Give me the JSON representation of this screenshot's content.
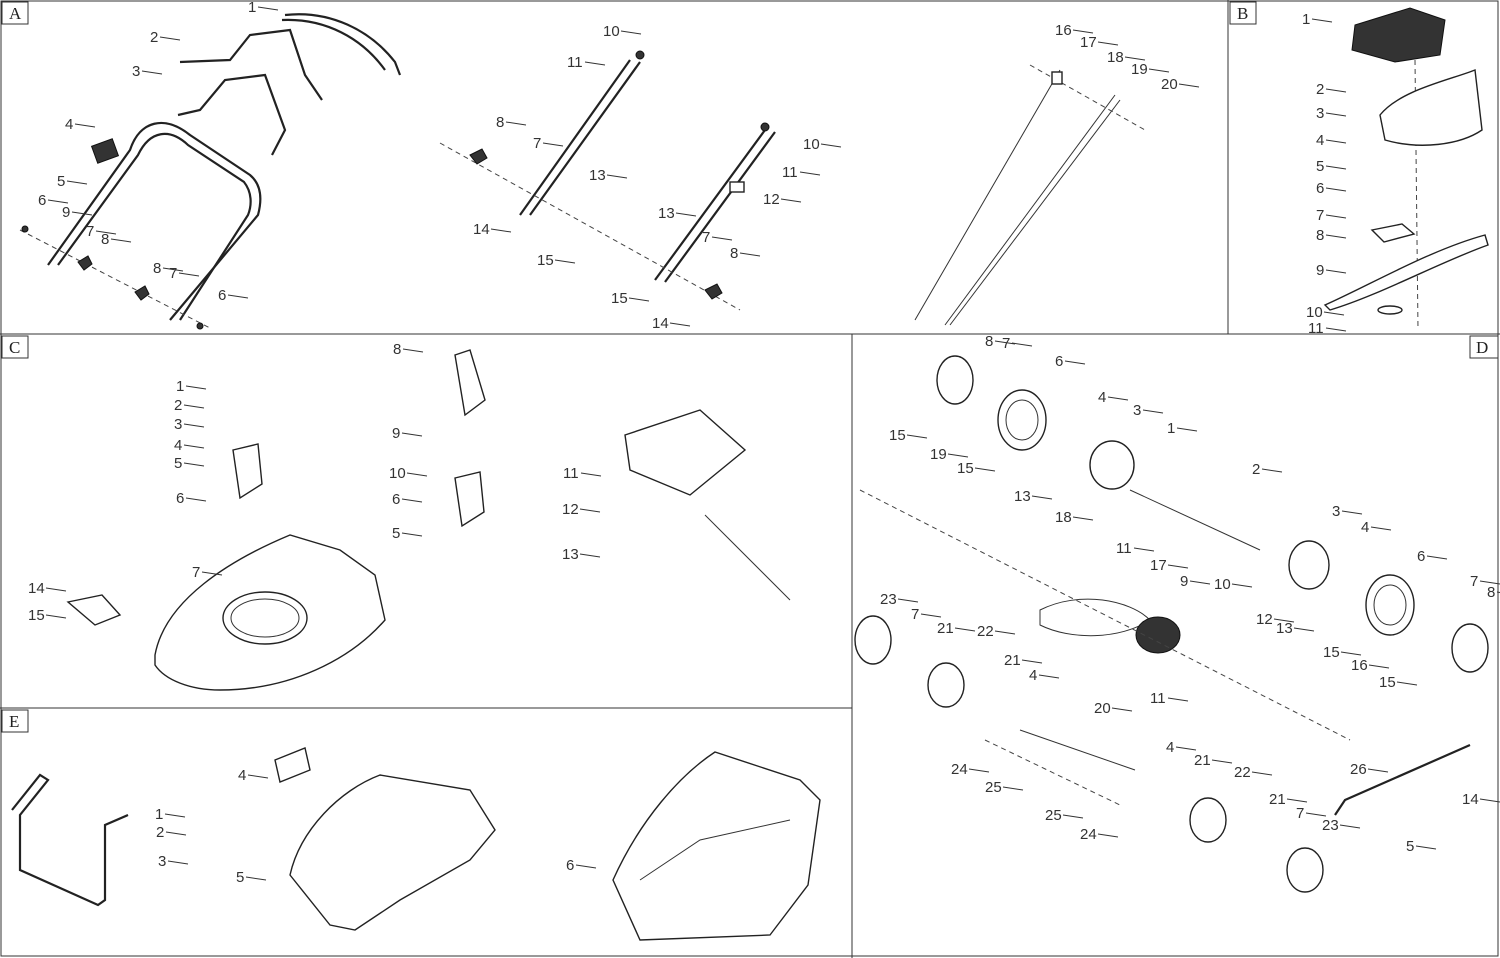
{
  "panels": [
    {
      "id": "A",
      "label": "A"
    },
    {
      "id": "B",
      "label": "B"
    },
    {
      "id": "C",
      "label": "C"
    },
    {
      "id": "D",
      "label": "D"
    },
    {
      "id": "E",
      "label": "E"
    }
  ],
  "callouts": {
    "A": [
      "1",
      "2",
      "3",
      "4",
      "5",
      "6",
      "9",
      "7",
      "8",
      "8",
      "7",
      "6",
      "10",
      "11",
      "8",
      "7",
      "13",
      "14",
      "15",
      "13",
      "10",
      "11",
      "12",
      "7",
      "8",
      "15",
      "14",
      "16",
      "17",
      "18",
      "19",
      "20"
    ],
    "B": [
      "1",
      "2",
      "3",
      "4",
      "5",
      "6",
      "7",
      "8",
      "9",
      "10",
      "11"
    ],
    "C": [
      "1",
      "2",
      "3",
      "4",
      "5",
      "6",
      "7",
      "8",
      "9",
      "10",
      "6",
      "5",
      "11",
      "12",
      "13",
      "14",
      "15"
    ],
    "D": [
      "8",
      "7",
      "6",
      "4",
      "3",
      "1",
      "15",
      "19",
      "15",
      "13",
      "18",
      "2",
      "11",
      "17",
      "3",
      "4",
      "6",
      "7",
      "8",
      "9",
      "10",
      "23",
      "7",
      "21",
      "22",
      "21",
      "4",
      "12",
      "13",
      "15",
      "16",
      "15",
      "11",
      "20",
      "4",
      "21",
      "22",
      "21",
      "7",
      "23",
      "24",
      "25",
      "25",
      "24",
      "26",
      "14",
      "5"
    ],
    "E": [
      "1",
      "2",
      "3",
      "4",
      "5",
      "6"
    ]
  }
}
